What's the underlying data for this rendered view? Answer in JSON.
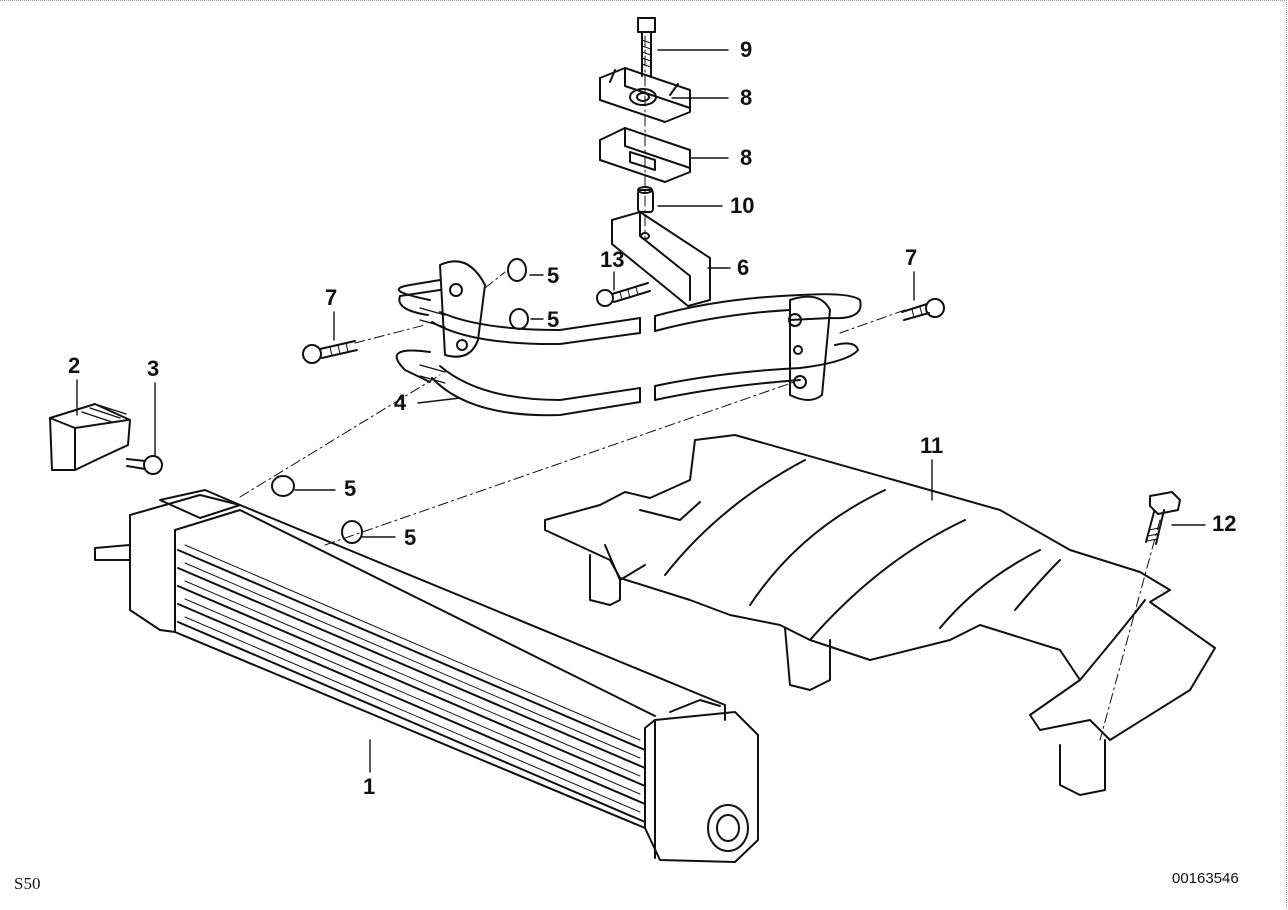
{
  "diagram": {
    "callouts": [
      {
        "id": "c9",
        "label": "9"
      },
      {
        "id": "c8a",
        "label": "8"
      },
      {
        "id": "c8b",
        "label": "8"
      },
      {
        "id": "c10",
        "label": "10"
      },
      {
        "id": "c6",
        "label": "6"
      },
      {
        "id": "c13",
        "label": "13"
      },
      {
        "id": "c5a",
        "label": "5"
      },
      {
        "id": "c5b",
        "label": "5"
      },
      {
        "id": "c7a",
        "label": "7"
      },
      {
        "id": "c7b",
        "label": "7"
      },
      {
        "id": "c2",
        "label": "2"
      },
      {
        "id": "c3",
        "label": "3"
      },
      {
        "id": "c4",
        "label": "4"
      },
      {
        "id": "c5c",
        "label": "5"
      },
      {
        "id": "c5d",
        "label": "5"
      },
      {
        "id": "c11",
        "label": "11"
      },
      {
        "id": "c12",
        "label": "12"
      },
      {
        "id": "c1",
        "label": "1"
      }
    ],
    "footer_left": "S50",
    "footer_right": "00163546"
  }
}
